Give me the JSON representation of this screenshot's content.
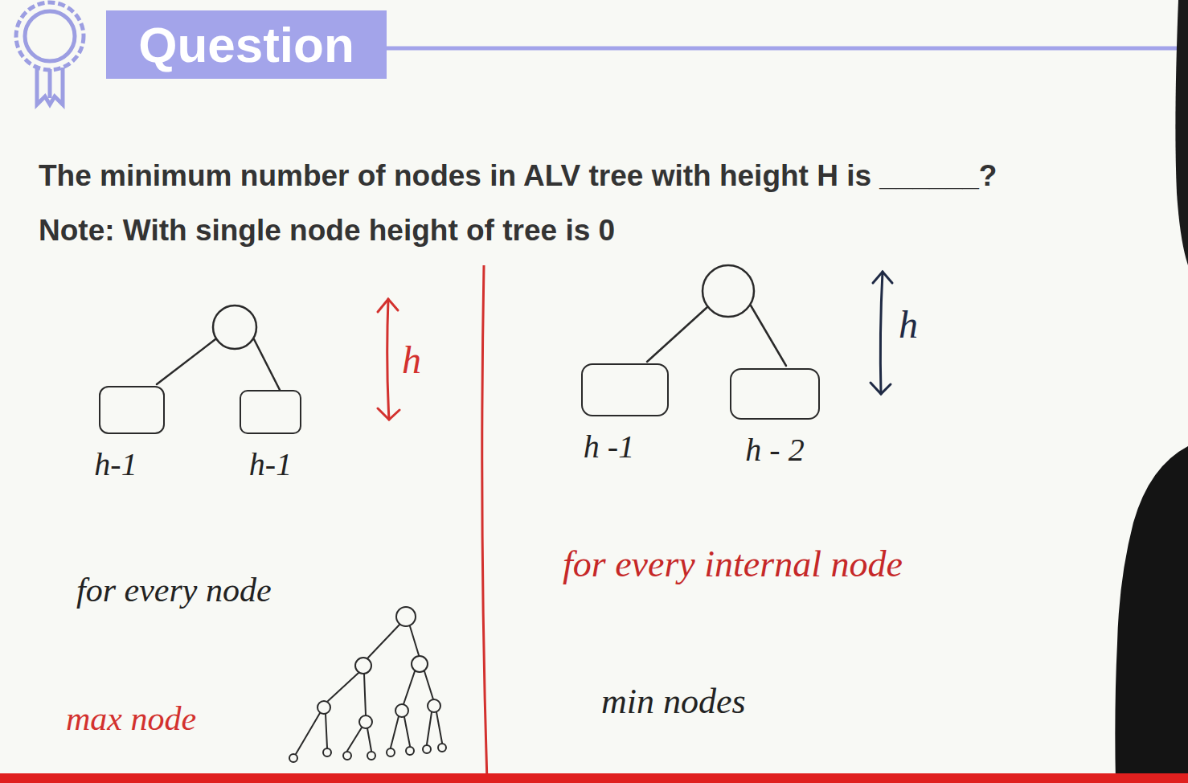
{
  "diagram": {
    "title": "Question",
    "nodes": [
      {
        "text": [
          "h-1"
        ]
      },
      {
        "text": [
          "h-1"
        ]
      },
      {
        "text": [
          "h -1"
        ]
      },
      {
        "text": [
          "h - 2"
        ]
      }
    ],
    "labels": [
      "The minimum number of nodes in ALV tree with height H is ______?",
      "Note: With single node height of tree is 0",
      "h",
      "for every node",
      "max node",
      "h",
      "for every internal node",
      "min nodes"
    ]
  }
}
